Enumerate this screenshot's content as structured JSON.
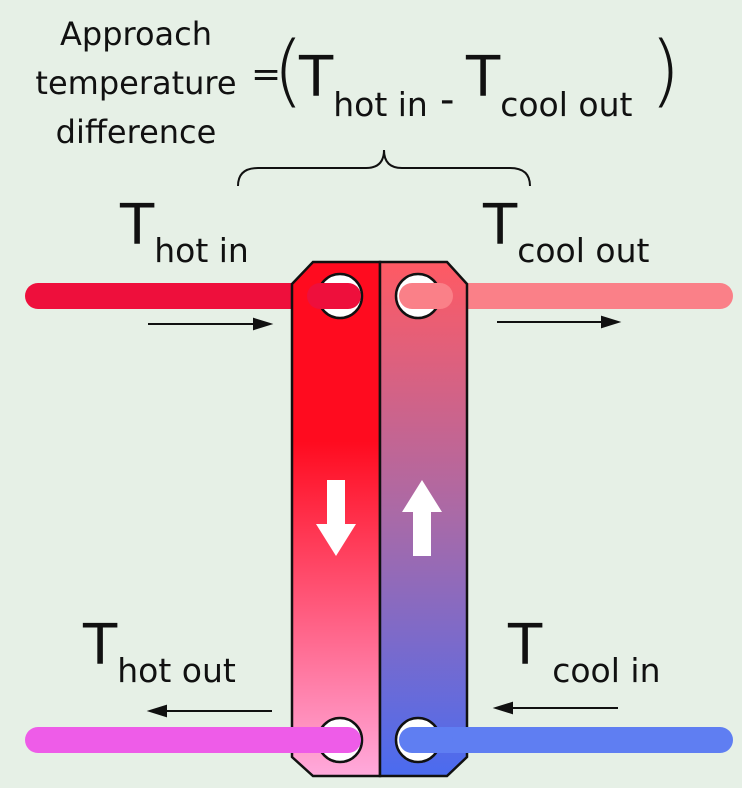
{
  "definition": {
    "line1": "Approach",
    "line2": "temperature",
    "line3": "difference",
    "equals": "=",
    "open_paren": "(",
    "close_paren": ")",
    "term1_T": "T",
    "term1_sub": "hot in",
    "minus": "-",
    "term2_T": "T",
    "term2_sub": "cool out"
  },
  "streams": {
    "hot_in": {
      "T": "T",
      "sub": "hot in",
      "color": "#ee0f3c"
    },
    "cool_out": {
      "T": "T",
      "sub": "cool out",
      "color": "#fa8088"
    },
    "hot_out": {
      "T": "T",
      "sub": "hot out",
      "color": "#ee5ce8"
    },
    "cool_in": {
      "T": "T",
      "sub": "cool in",
      "color": "#5f7ef2"
    }
  },
  "colors": {
    "background": "#e6f0e6",
    "hot_side_top": "#ff0b1f",
    "hot_side_bottom": "#ffaadc",
    "cool_side_top": "#ff5a63",
    "cool_side_bottom": "#4a6bf0",
    "outline": "#111111",
    "arrow": "#ffffff"
  }
}
